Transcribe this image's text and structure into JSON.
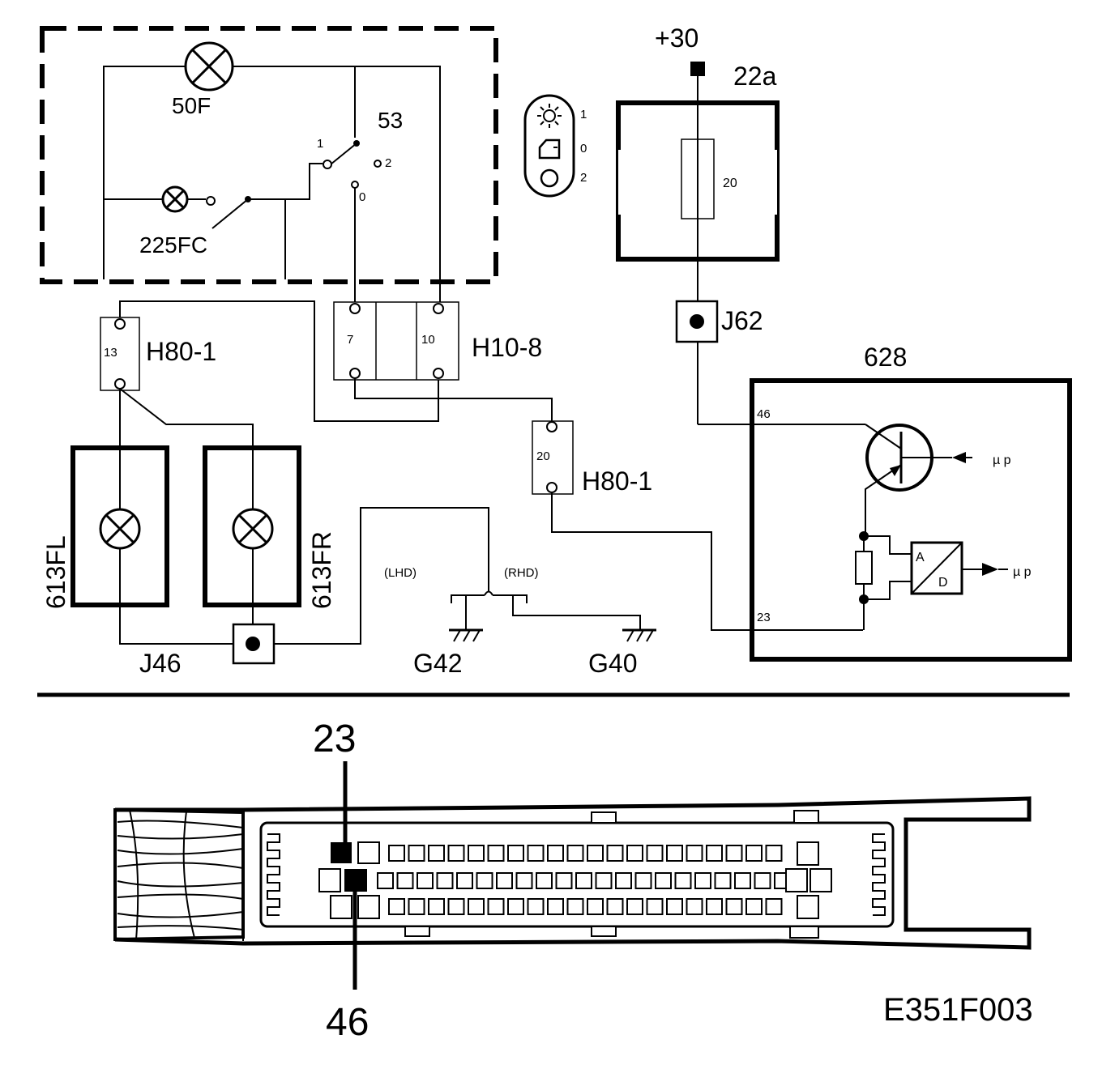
{
  "components": {
    "lamp_50f": "50F",
    "lamp_225fc": "225FC",
    "switch_53": "53",
    "switch_pos_1": "1",
    "switch_pos_2": "2",
    "switch_pos_0": "0",
    "symbol_pos_1": "1",
    "symbol_pos_0": "0",
    "symbol_pos_2": "2",
    "supply": "+30",
    "fuse_box": "22a",
    "fuse_number": "20",
    "junction_j62": "J62",
    "junction_j46": "J46",
    "connector_h80_top": "H80-1",
    "connector_h80_top_pin": "13",
    "connector_h10": "H10-8",
    "connector_h10_pin_a": "7",
    "connector_h10_pin_b": "10",
    "connector_h80_mid": "H80-1",
    "connector_h80_mid_pin": "20",
    "lamp_613fl": "613FL",
    "lamp_613fr": "613FR",
    "variant_lhd": "(LHD)",
    "variant_rhd": "(RHD)",
    "ground_g42": "G42",
    "ground_g40": "G40",
    "module": "628",
    "module_pin_46": "46",
    "module_pin_23": "23",
    "up_label_1": "µ p",
    "up_label_2": "µ p",
    "ad_a": "A",
    "ad_d": "D"
  },
  "connector_view": {
    "pin_top_label": "23",
    "pin_bottom_label": "46"
  },
  "figure_code": "E351F003"
}
